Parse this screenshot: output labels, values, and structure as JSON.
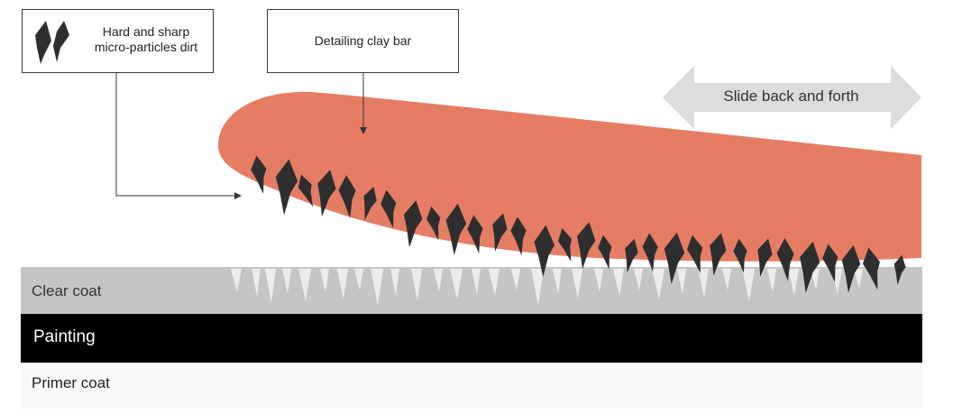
{
  "legend": {
    "line1": "Hard and sharp",
    "line2": "micro-particles dirt",
    "icon": "dirt-particle-icon"
  },
  "claybar": {
    "label": "Detailing clay bar"
  },
  "motion": {
    "label": "Slide back and forth",
    "icon": "double-arrow-icon"
  },
  "layers": {
    "clear_coat": "Clear coat",
    "painting": "Painting",
    "primer_coat": "Primer coat"
  },
  "colors": {
    "clay": "#e57d65",
    "dirt": "#2e2e2e",
    "clear_coat": "#c5c5c5",
    "painting": "#000000",
    "primer": "#f8f8f8",
    "arrow": "#dcdcdc",
    "scratch": "#ececec"
  }
}
